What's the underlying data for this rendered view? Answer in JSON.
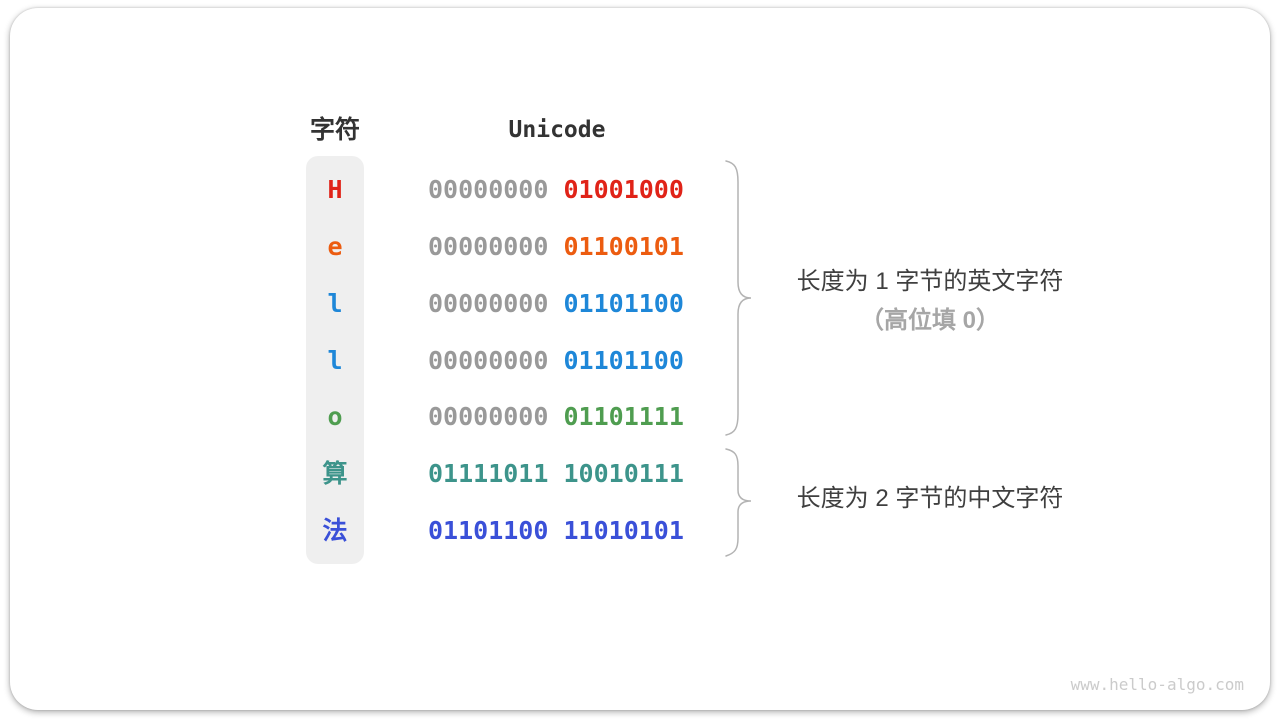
{
  "header": {
    "char_col": "字符",
    "unicode_col": "Unicode"
  },
  "rows": [
    {
      "char": "H",
      "high_byte": "00000000",
      "low_byte": "01001000",
      "color": "#e02318",
      "high_gray": true
    },
    {
      "char": "e",
      "high_byte": "00000000",
      "low_byte": "01100101",
      "color": "#ec5c10",
      "high_gray": true
    },
    {
      "char": "l",
      "high_byte": "00000000",
      "low_byte": "01101100",
      "color": "#1e87d8",
      "high_gray": true
    },
    {
      "char": "l",
      "high_byte": "00000000",
      "low_byte": "01101100",
      "color": "#1e87d8",
      "high_gray": true
    },
    {
      "char": "o",
      "high_byte": "00000000",
      "low_byte": "01101111",
      "color": "#4f9d50",
      "high_gray": true
    },
    {
      "char": "算",
      "high_byte": "01111011",
      "low_byte": "10010111",
      "color": "#3d948b",
      "high_gray": false
    },
    {
      "char": "法",
      "high_byte": "01101100",
      "low_byte": "11010101",
      "color": "#3a50d8",
      "high_gray": false
    }
  ],
  "annotations": [
    {
      "lines": [
        {
          "text": "长度为 1 字节的英文字符"
        },
        {
          "text": "（高位填 0）"
        }
      ]
    },
    {
      "lines": [
        {
          "text": "长度为 2 字节的中文字符"
        }
      ]
    }
  ],
  "watermark": "www.hello-algo.com",
  "colors": {
    "gray_bits": "#999999",
    "header_text": "#333333",
    "annotation_text": "#3f3f3f",
    "annotation_muted": "#a6a6a6",
    "brace": "#b3b3b3",
    "char_strip_bg": "#efefef",
    "watermark": "#cbcbcb"
  }
}
